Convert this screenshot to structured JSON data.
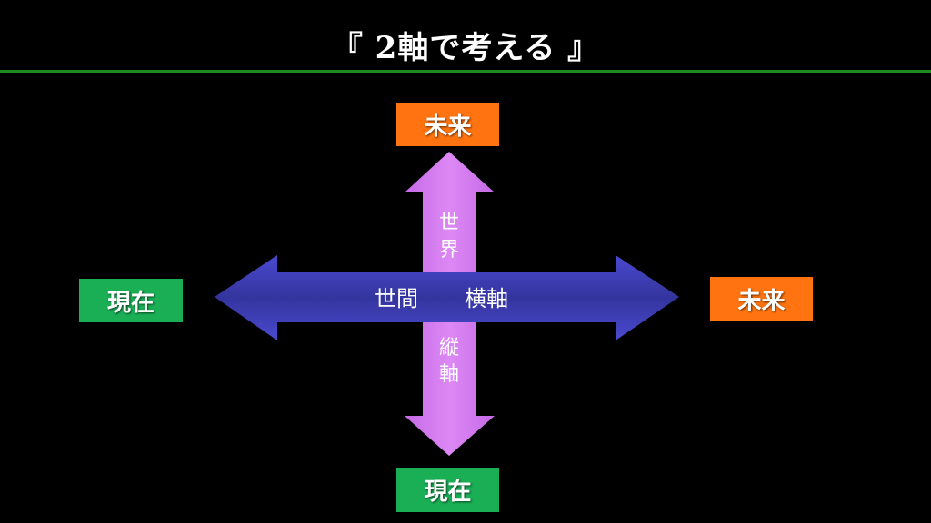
{
  "title": "『 2軸で考える 』",
  "colors": {
    "rule": "#1f8a1f",
    "future_box": "#ff7410",
    "present_box": "#1aae55",
    "horizontal_arrow": "#3a3ab8",
    "vertical_arrow": "#d77ef0"
  },
  "vertical_axis": {
    "top_label": "未来",
    "bottom_label": "現在",
    "upper_text": [
      "世",
      "界"
    ],
    "lower_text": [
      "縦",
      "軸"
    ]
  },
  "horizontal_axis": {
    "left_label": "現在",
    "right_label": "未来",
    "text_left": "世間",
    "text_right": "横軸"
  }
}
